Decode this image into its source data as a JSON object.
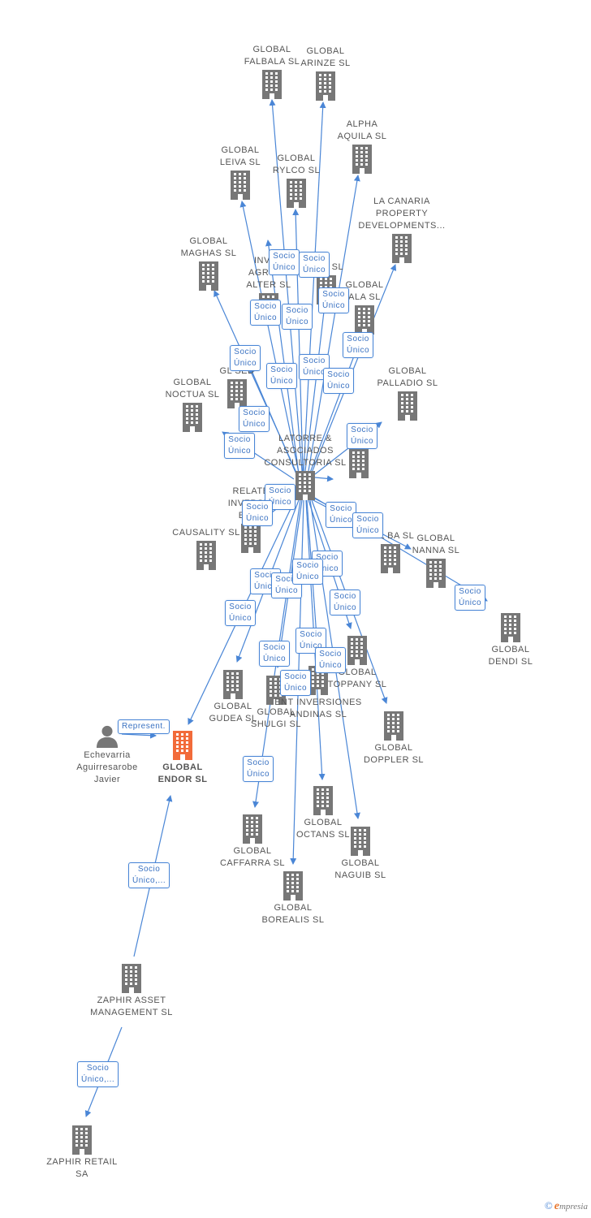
{
  "colors": {
    "edge": "#4a86d6",
    "building": "#777777",
    "main_building": "#f26b3a",
    "person": "#777777"
  },
  "nodes": [
    {
      "id": "falbala",
      "label": "GLOBAL FALBALA SL",
      "kind": "company"
    },
    {
      "id": "arinze",
      "label": "GLOBAL ARINZE SL",
      "kind": "company"
    },
    {
      "id": "alpha",
      "label": "ALPHA AQUILA SL",
      "kind": "company"
    },
    {
      "id": "leiva",
      "label": "GLOBAL LEIVA SL",
      "kind": "company"
    },
    {
      "id": "rylco",
      "label": "GLOBAL RYLCO SL",
      "kind": "company"
    },
    {
      "id": "canaria",
      "label": "LA CANARIA PROPERTY DEVELOPMENTS...",
      "kind": "company"
    },
    {
      "id": "maghas",
      "label": "GLOBAL MAGHAS SL",
      "kind": "company"
    },
    {
      "id": "inver",
      "label": "INVER AGROPE ALTER SL",
      "kind": "company"
    },
    {
      "id": "al",
      "label": "AL A SL",
      "kind": "company"
    },
    {
      "id": "ala",
      "label": "GLOBAL ALA SL",
      "kind": "company"
    },
    {
      "id": "sed",
      "label": "GL SED",
      "kind": "company"
    },
    {
      "id": "noctua",
      "label": "GLOBAL NOCTUA SL",
      "kind": "company"
    },
    {
      "id": "palladio",
      "label": "GLOBAL PALLADIO SL",
      "kind": "company"
    },
    {
      "id": "latorre",
      "label": "LATORRE & ASOCIADOS CONSULTORIA SL",
      "kind": "company"
    },
    {
      "id": "to",
      "label": "G TO",
      "kind": "company"
    },
    {
      "id": "relate",
      "label": "RELATE INVERSIO ESPA",
      "kind": "company"
    },
    {
      "id": "causality",
      "label": "CAUSALITY SL",
      "kind": "company"
    },
    {
      "id": "ba",
      "label": "BAL BA SL",
      "kind": "company"
    },
    {
      "id": "nanna",
      "label": "GLOBAL NANNA SL",
      "kind": "company"
    },
    {
      "id": "dendi",
      "label": "GLOBAL DENDI SL",
      "kind": "company"
    },
    {
      "id": "toppany",
      "label": "GLOBAL TOPPANY SL",
      "kind": "company"
    },
    {
      "id": "gudea",
      "label": "GLOBAL GUDEA SL",
      "kind": "company"
    },
    {
      "id": "shulgi",
      "label": "GLOBAL SHULGI SL",
      "kind": "company"
    },
    {
      "id": "andinas",
      "label": "ENT INVERSIONES ANDINAS SL",
      "kind": "company"
    },
    {
      "id": "doppler",
      "label": "GLOBAL DOPPLER SL",
      "kind": "company"
    },
    {
      "id": "echevarria",
      "label": "Echevarria Aguirresarobe Javier",
      "kind": "person"
    },
    {
      "id": "endor",
      "label": "GLOBAL ENDOR SL",
      "kind": "main"
    },
    {
      "id": "octans",
      "label": "GLOBAL OCTANS SL",
      "kind": "company"
    },
    {
      "id": "caffarra",
      "label": "GLOBAL CAFFARRA SL",
      "kind": "company"
    },
    {
      "id": "naguib",
      "label": "GLOBAL NAGUIB SL",
      "kind": "company"
    },
    {
      "id": "borealis",
      "label": "GLOBAL BOREALIS SL",
      "kind": "company"
    },
    {
      "id": "zaphir_am",
      "label": "ZAPHIR ASSET MANAGEMENT SL",
      "kind": "company"
    },
    {
      "id": "zaphir_retail",
      "label": "ZAPHIR RETAIL SA",
      "kind": "company"
    }
  ],
  "edges": [
    {
      "from": "latorre",
      "to": "falbala"
    },
    {
      "from": "latorre",
      "to": "arinze"
    },
    {
      "from": "latorre",
      "to": "alpha"
    },
    {
      "from": "latorre",
      "to": "leiva"
    },
    {
      "from": "latorre",
      "to": "rylco"
    },
    {
      "from": "latorre",
      "to": "canaria"
    },
    {
      "from": "latorre",
      "to": "maghas"
    },
    {
      "from": "latorre",
      "to": "inver"
    },
    {
      "from": "latorre",
      "to": "al"
    },
    {
      "from": "latorre",
      "to": "ala"
    },
    {
      "from": "latorre",
      "to": "sed"
    },
    {
      "from": "latorre",
      "to": "noctua"
    },
    {
      "from": "latorre",
      "to": "palladio"
    },
    {
      "from": "latorre",
      "to": "to"
    },
    {
      "from": "latorre",
      "to": "relate"
    },
    {
      "from": "latorre",
      "to": "causality"
    },
    {
      "from": "latorre",
      "to": "ba"
    },
    {
      "from": "latorre",
      "to": "nanna"
    },
    {
      "from": "latorre",
      "to": "dendi"
    },
    {
      "from": "latorre",
      "to": "toppany"
    },
    {
      "from": "latorre",
      "to": "gudea"
    },
    {
      "from": "latorre",
      "to": "shulgi"
    },
    {
      "from": "latorre",
      "to": "andinas"
    },
    {
      "from": "latorre",
      "to": "doppler"
    },
    {
      "from": "latorre",
      "to": "endor"
    },
    {
      "from": "latorre",
      "to": "octans"
    },
    {
      "from": "latorre",
      "to": "caffarra"
    },
    {
      "from": "latorre",
      "to": "naguib"
    },
    {
      "from": "latorre",
      "to": "borealis"
    },
    {
      "from": "echevarria",
      "to": "endor"
    },
    {
      "from": "zaphir_am",
      "to": "endor"
    },
    {
      "from": "zaphir_am",
      "to": "zaphir_retail"
    }
  ],
  "edge_labels": [
    {
      "id": "l1",
      "text": "Socio Único"
    },
    {
      "id": "l2",
      "text": "Socio Único"
    },
    {
      "id": "l3",
      "text": "Socio Único"
    },
    {
      "id": "l4",
      "text": "Socio Único"
    },
    {
      "id": "l5",
      "text": "Socio Único"
    },
    {
      "id": "l6",
      "text": "Socio Único"
    },
    {
      "id": "l7",
      "text": "Socio Único"
    },
    {
      "id": "l8",
      "text": "Socio Único"
    },
    {
      "id": "l9",
      "text": "Socio Único"
    },
    {
      "id": "l10",
      "text": "Socio Único"
    },
    {
      "id": "l11",
      "text": "Socio Único"
    },
    {
      "id": "l12",
      "text": "Socio Único"
    },
    {
      "id": "l13",
      "text": "Socio Único"
    },
    {
      "id": "l14",
      "text": "Socio Único"
    },
    {
      "id": "l15",
      "text": "Socio Único"
    },
    {
      "id": "l16",
      "text": "Socio Único"
    },
    {
      "id": "l17",
      "text": "Socio Único"
    },
    {
      "id": "l18",
      "text": "Socio Único"
    },
    {
      "id": "l19",
      "text": "Socio Único"
    },
    {
      "id": "l20",
      "text": "Socio Único"
    },
    {
      "id": "l21",
      "text": "Socio Único"
    },
    {
      "id": "l22",
      "text": "Socio Único"
    },
    {
      "id": "l23",
      "text": "Socio Único"
    },
    {
      "id": "l24",
      "text": "Socio Único"
    },
    {
      "id": "l25",
      "text": "Socio Único"
    },
    {
      "id": "l26",
      "text": "Socio Único"
    },
    {
      "id": "l27",
      "text": "Socio Único"
    },
    {
      "id": "l28",
      "text": "Socio Único"
    },
    {
      "id": "l29",
      "text": "Socio Único"
    },
    {
      "id": "l30",
      "text": "Represent."
    },
    {
      "id": "l31",
      "text": "Socio Único,..."
    },
    {
      "id": "l32",
      "text": "Socio Único,..."
    }
  ],
  "brand": {
    "copyright": "©",
    "name_initial": "e",
    "name_rest": "mpresia"
  }
}
